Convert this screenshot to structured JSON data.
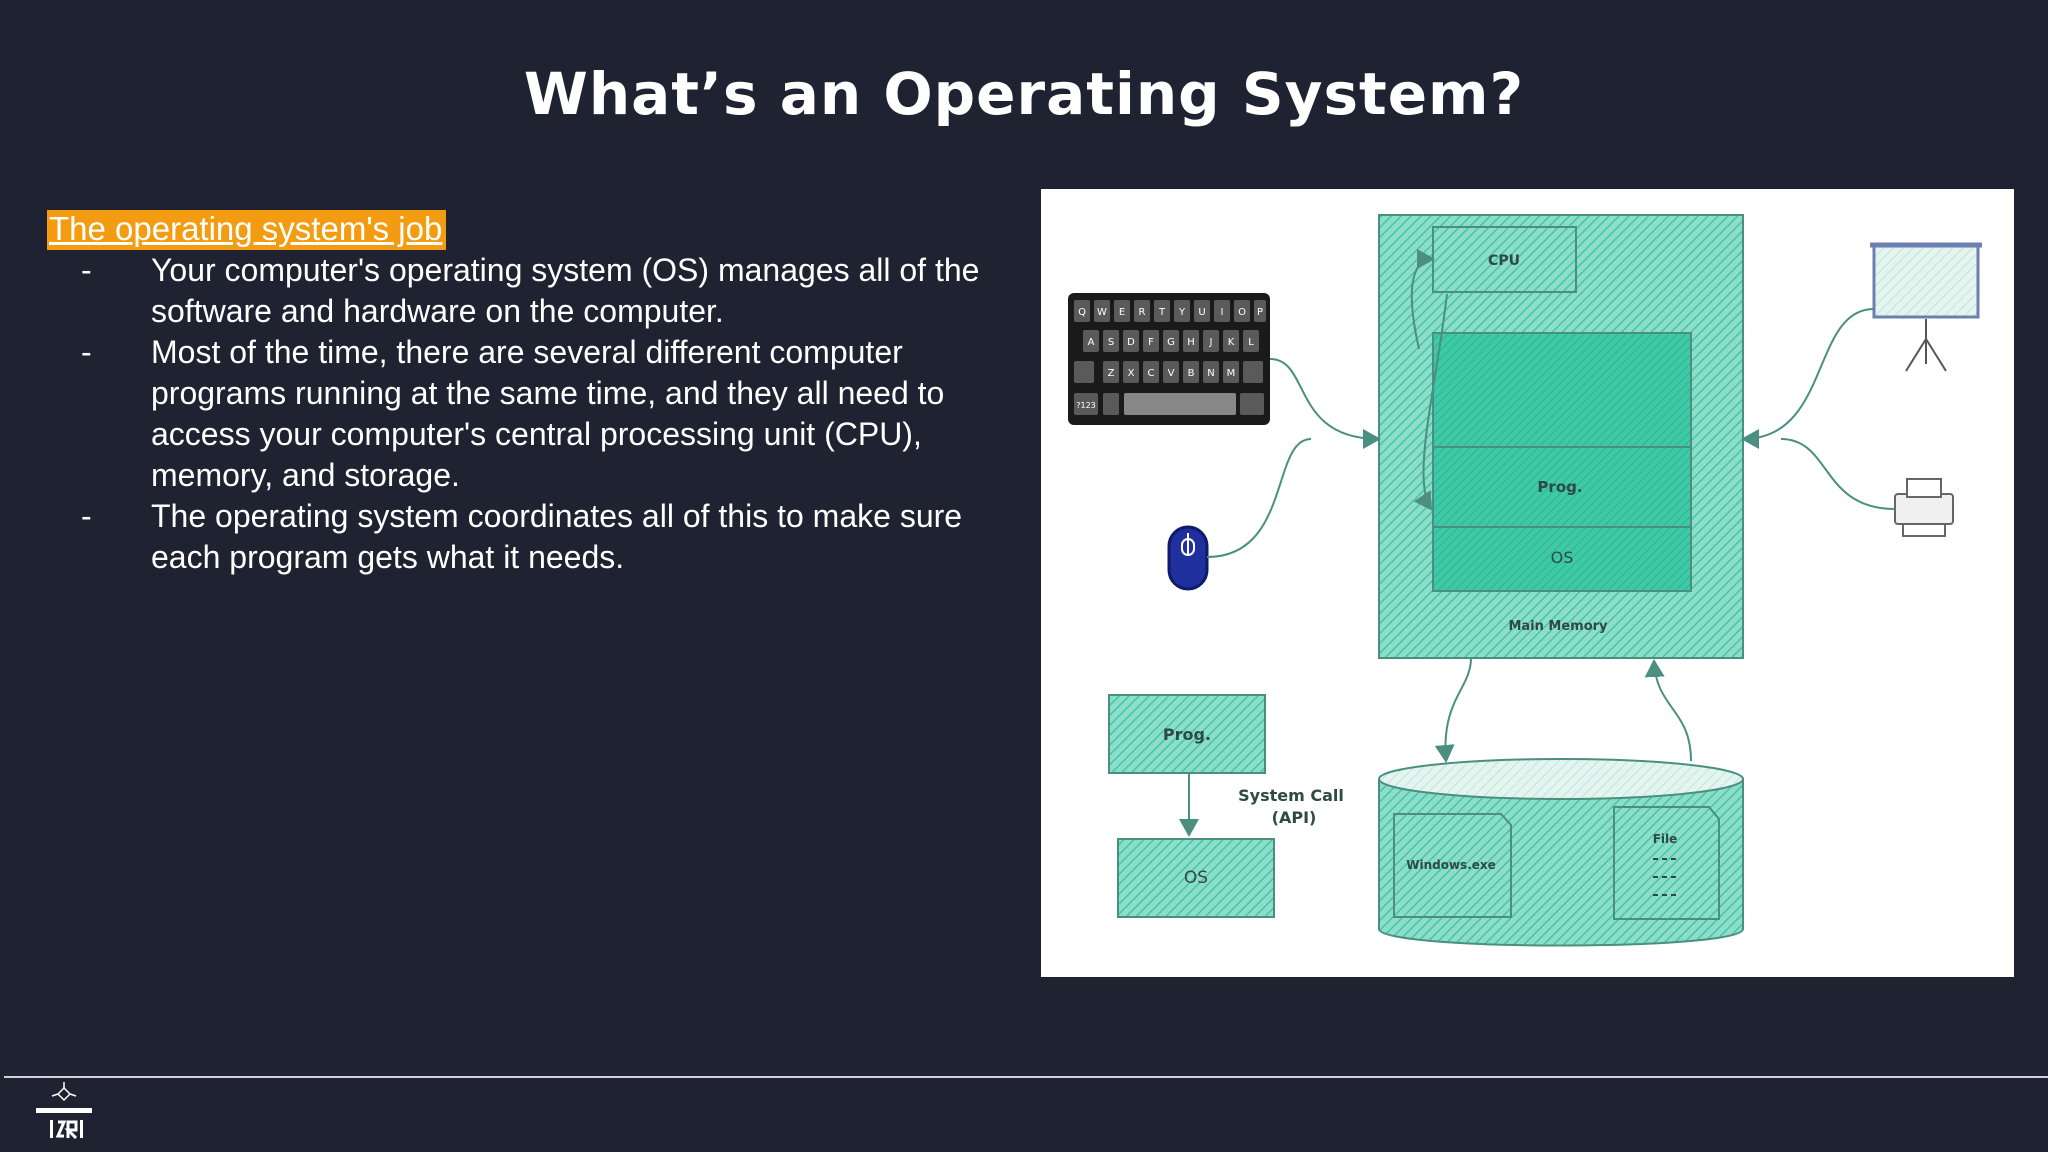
{
  "slide": {
    "title": "What’s an Operating System?"
  },
  "section": {
    "heading": "The operating system's job",
    "bullets": [
      "Your computer's operating system (OS) manages all of the software and hardware on the computer.",
      "Most of the time, there are several different computer programs running at the same time, and they all need to access your computer's central processing unit (CPU), memory, and storage.",
      "The operating system coordinates all of this to make sure each program gets what it needs."
    ],
    "bullet_marker": "-"
  },
  "diagram": {
    "cpu_label": "CPU",
    "prog_label": "Prog.",
    "os_label": "OS",
    "main_memory_label": "Main Memory",
    "prog_box_label": "Prog.",
    "os_box_label": "OS",
    "syscall_label_line1": "System Call",
    "syscall_label_line2": "(API)",
    "windows_exe_label": "Windows.exe",
    "file_label": "File",
    "keyboard_row1": [
      "Q",
      "W",
      "E",
      "R",
      "T",
      "Y",
      "U",
      "I",
      "O",
      "P"
    ],
    "keyboard_row2": [
      "A",
      "S",
      "D",
      "F",
      "G",
      "H",
      "J",
      "K",
      "L"
    ],
    "keyboard_row3": [
      "Z",
      "X",
      "C",
      "V",
      "B",
      "N",
      "M"
    ],
    "keyboard_num_key": "?123"
  },
  "colors": {
    "background": "#1f2230",
    "highlight": "#f39c12",
    "teal_fill": "#3ec9a7",
    "teal_stroke": "#4a8f80"
  }
}
